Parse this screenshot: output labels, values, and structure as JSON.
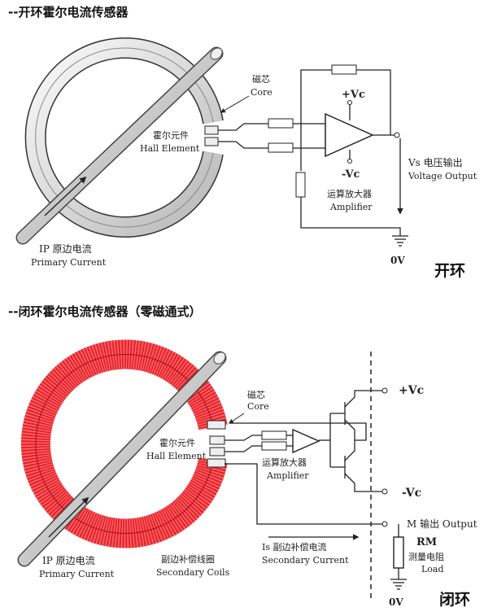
{
  "open_loop": {
    "title": "--开环霍尔电流传感器",
    "tag": "开环",
    "core_cn": "磁芯",
    "core_en": "Core",
    "hall_cn": "霍尔元件",
    "hall_en": "Hall Element",
    "vcc_pos": "+Vc",
    "vcc_neg": "-Vc",
    "amp_cn": "运算放大器",
    "amp_en": "Amplifier",
    "vs_cn": "Vs 电压输出",
    "vs_en": "Voltage Output",
    "ip_cn": "IP 原边电流",
    "ip_en": "Primary Current",
    "zero_v": "0V"
  },
  "closed_loop": {
    "title": "--闭环霍尔电流传感器（零磁通式）",
    "tag": "闭环",
    "core_cn": "磁芯",
    "core_en": "Core",
    "hall_cn": "霍尔元件",
    "hall_en": "Hall Element",
    "amp_cn": "运算放大器",
    "amp_en": "Amplifier",
    "vcc_pos": "+Vc",
    "vcc_neg": "-Vc",
    "m_output": "M  输出  Output",
    "rm_label": "RM",
    "rm_cn": "测量电阻",
    "rm_en": "Load",
    "is_cn": "Is 副边补偿电流",
    "is_en": "Secondary Current",
    "ip_cn": "IP 原边电流",
    "ip_en": "Primary Current",
    "coil_cn": "副边补偿线圈",
    "coil_en": "Secondary Coils",
    "zero_v": "0V"
  },
  "colors": {
    "coil": "#e8232b",
    "line": "#222222"
  }
}
